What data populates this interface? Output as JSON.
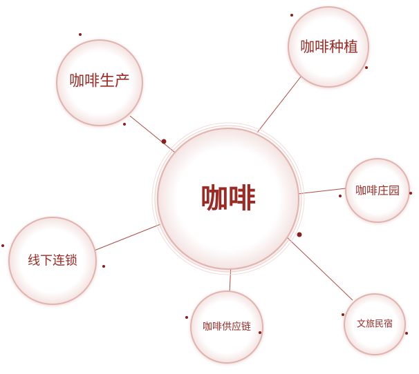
{
  "colors": {
    "text": "#9b2a24",
    "line": "#b04a44",
    "circle_stroke": "#e2b3ae",
    "circle_fill_inner": "#ffffff",
    "circle_fill_outer": "#f4e6e4",
    "dot": "#8a1e1a"
  },
  "center": {
    "label": "咖啡"
  },
  "nodes": [
    {
      "id": "coffee-production",
      "label": "咖啡生产"
    },
    {
      "id": "coffee-planting",
      "label": "咖啡种植"
    },
    {
      "id": "coffee-estate",
      "label": "咖啡庄园"
    },
    {
      "id": "offline-chain",
      "label": "线下连锁"
    },
    {
      "id": "coffee-supply-chain",
      "label": "咖啡供应链"
    },
    {
      "id": "cultural-tourism-homestay",
      "label": "文旅民宿"
    }
  ]
}
